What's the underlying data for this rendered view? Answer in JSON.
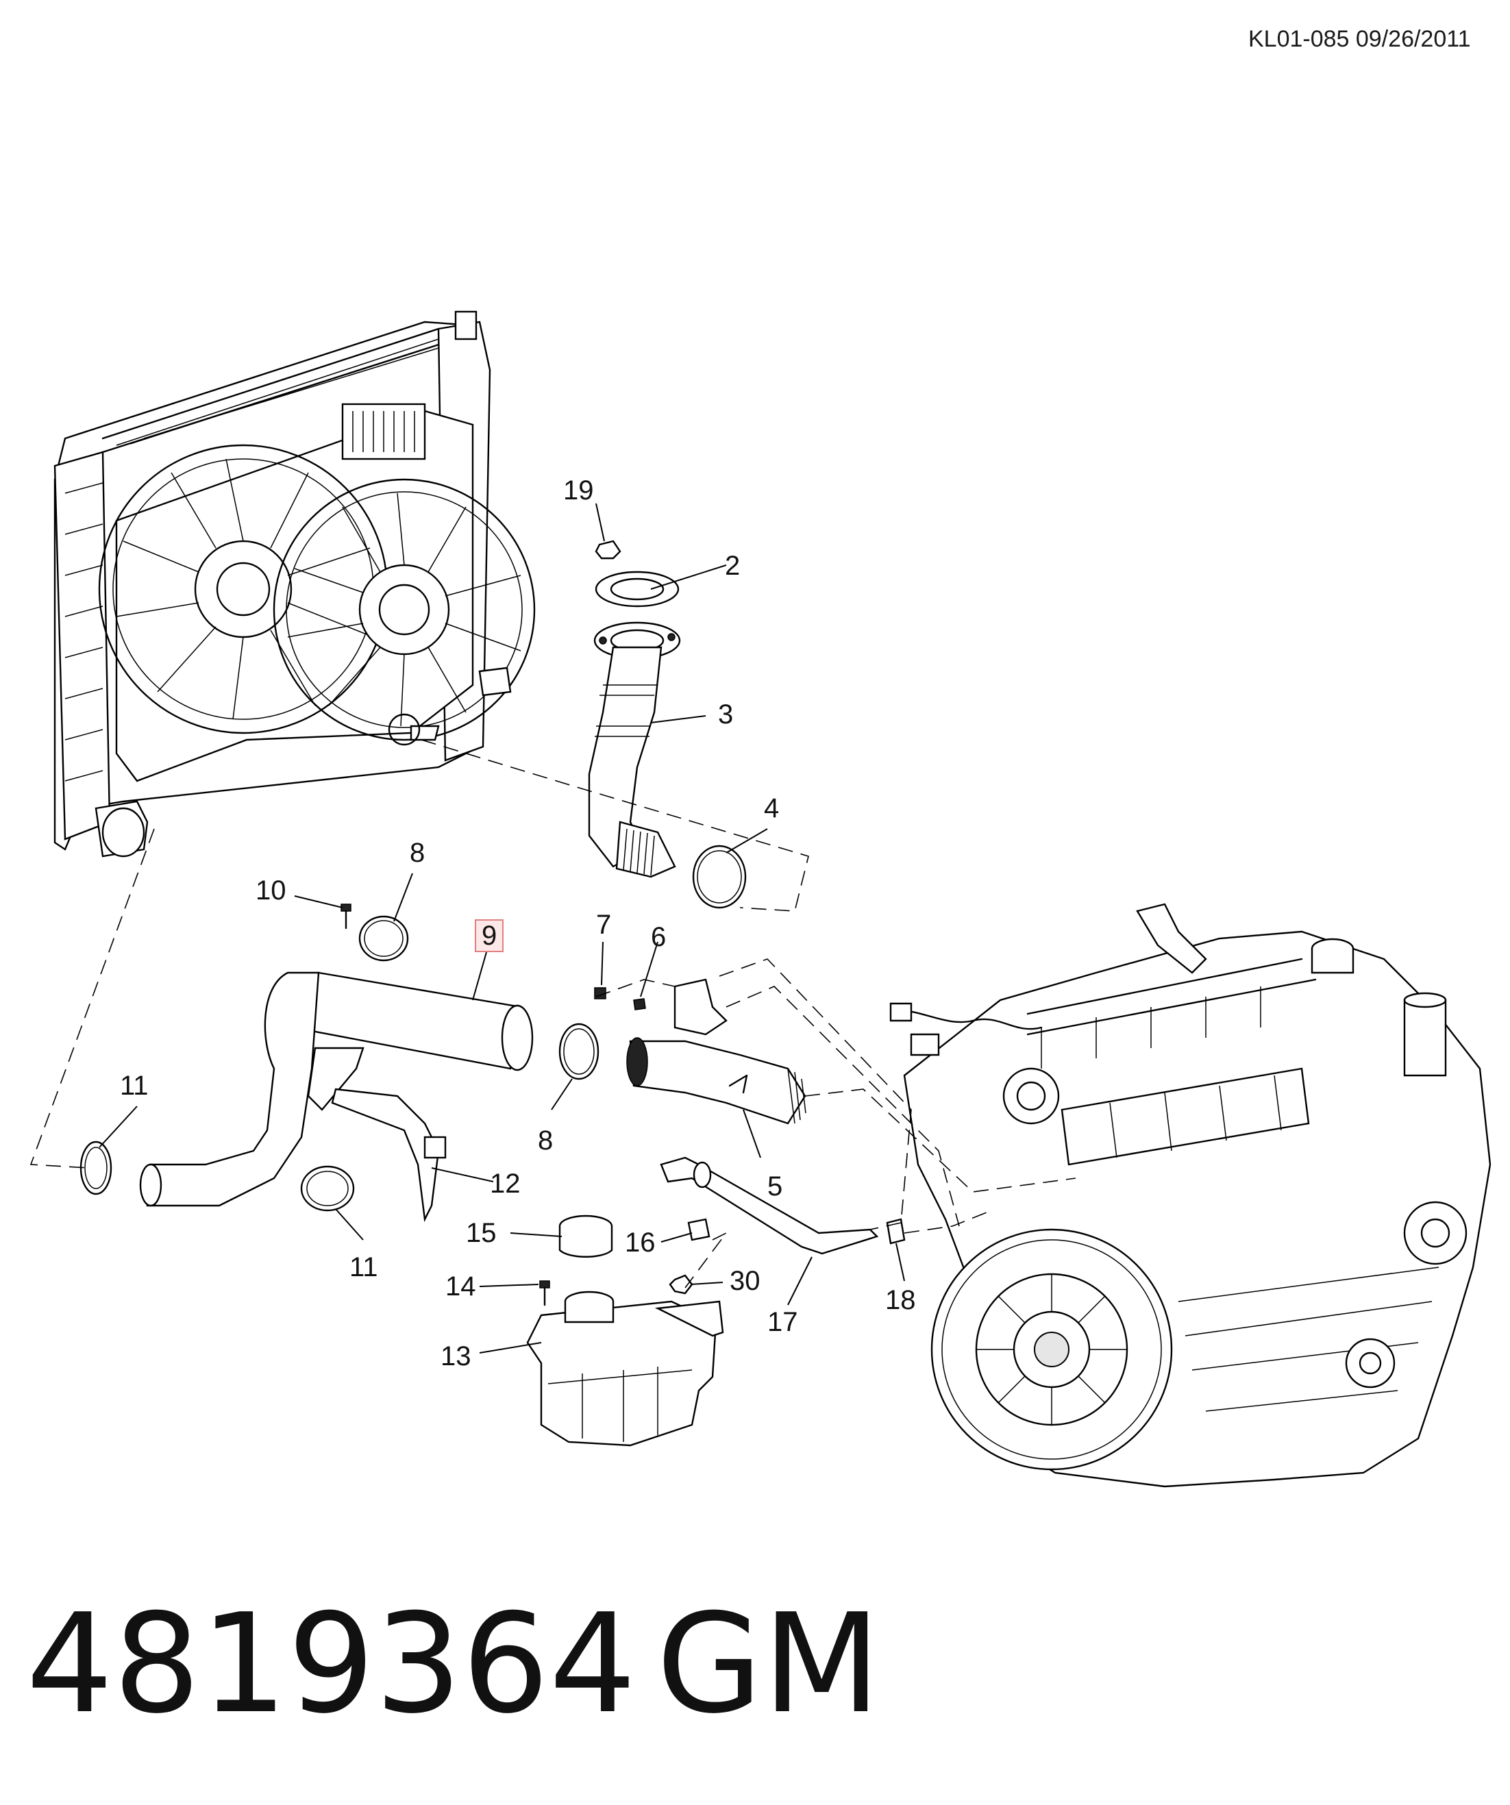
{
  "header": {
    "reference": "KL01-085 09/26/2011"
  },
  "footer": {
    "part_number": "4819364",
    "brand": "GM"
  },
  "callouts": [
    {
      "id": "c19",
      "label": "19"
    },
    {
      "id": "c2",
      "label": "2"
    },
    {
      "id": "c3",
      "label": "3"
    },
    {
      "id": "c4",
      "label": "4"
    },
    {
      "id": "c8a",
      "label": "8"
    },
    {
      "id": "c10",
      "label": "10"
    },
    {
      "id": "c9",
      "label": "9",
      "highlighted": true
    },
    {
      "id": "c7",
      "label": "7"
    },
    {
      "id": "c6",
      "label": "6"
    },
    {
      "id": "c11a",
      "label": "11"
    },
    {
      "id": "c8b",
      "label": "8"
    },
    {
      "id": "c5",
      "label": "5"
    },
    {
      "id": "c12",
      "label": "12"
    },
    {
      "id": "c15",
      "label": "15"
    },
    {
      "id": "c16",
      "label": "16"
    },
    {
      "id": "c11b",
      "label": "11"
    },
    {
      "id": "c14",
      "label": "14"
    },
    {
      "id": "c30",
      "label": "30"
    },
    {
      "id": "c17",
      "label": "17"
    },
    {
      "id": "c18",
      "label": "18"
    },
    {
      "id": "c13",
      "label": "13"
    }
  ],
  "colors": {
    "highlight_border": "#e08080",
    "highlight_fill": "#fde8e8",
    "line": "#000000"
  }
}
